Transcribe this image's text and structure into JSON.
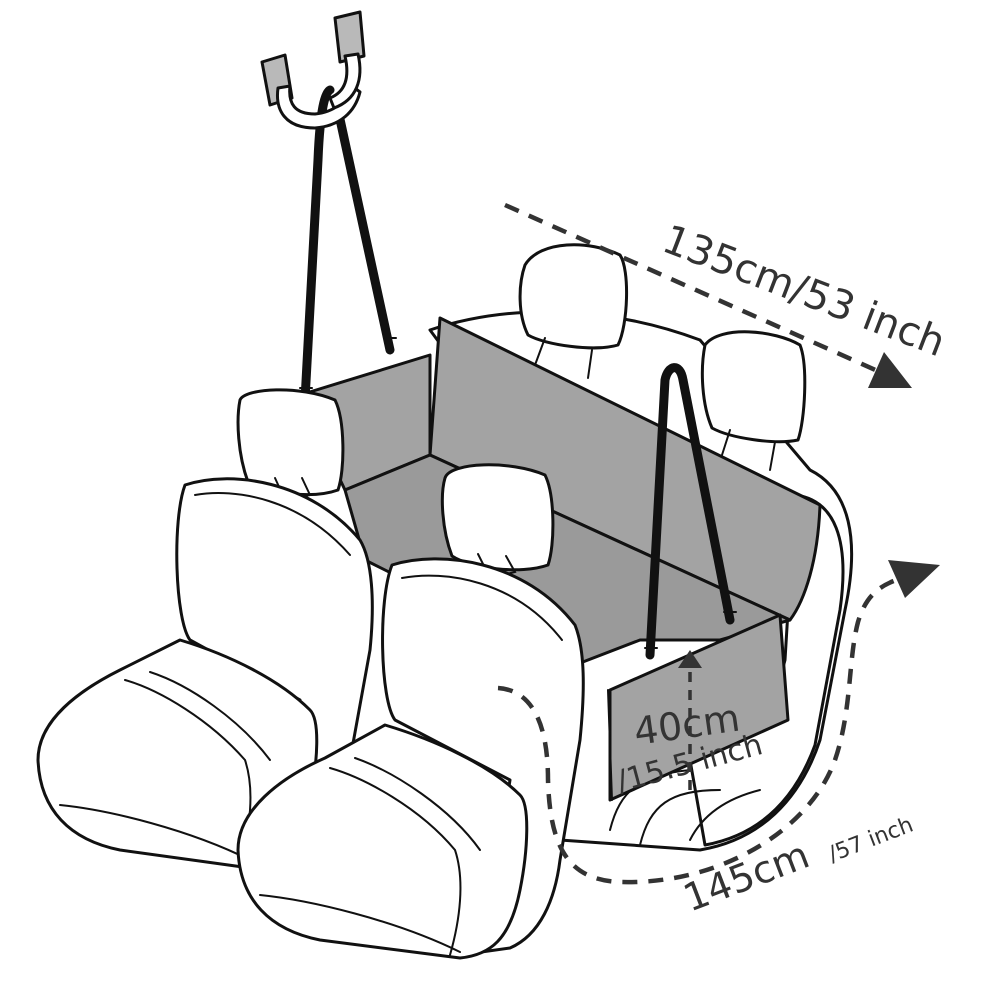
{
  "labels": {
    "width_top": "135cm/53 inch",
    "height_main": "40cm",
    "height_sub": "/15.5 inch",
    "width_bottom_main": "145cm",
    "width_bottom_sub": "/57 inch"
  },
  "colors": {
    "cover_fill": "#a3a3a3",
    "line": "#111111",
    "label_text": "#333333",
    "background": "#ffffff"
  }
}
